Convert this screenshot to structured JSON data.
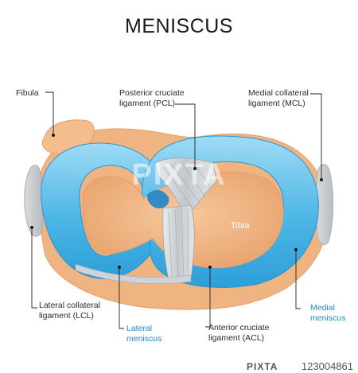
{
  "title": "MENISCUS",
  "labels": {
    "fibula": [
      "Fibula"
    ],
    "pcl": [
      "Posterior cruciate",
      "ligament (PCL)"
    ],
    "mcl": [
      "Medial collateral",
      "ligament (MCL)"
    ],
    "tibia": [
      "Tibia"
    ],
    "lcl": [
      "Lateral collateral",
      "ligament (LCL)"
    ],
    "lateral_meniscus": [
      "Lateral",
      "meniscus"
    ],
    "acl": [
      "Anterior cruciate",
      "ligament (ACL)"
    ],
    "medial_meniscus": [
      "Medial",
      "meniscus"
    ]
  },
  "watermark": "PIXTA",
  "footer": {
    "brand": "PIXTA",
    "id": "123004861"
  },
  "colors": {
    "label_text": "#2b2b2b",
    "meniscus_label_text": "#1a8fd0",
    "meniscus": "#4fb8e8",
    "meniscus_light": "#bfe6f8",
    "tibia": "#f0b27f",
    "bone_outline": "#e0a06e",
    "ligament": "#cfd3d6",
    "leader_line": "#222222"
  }
}
